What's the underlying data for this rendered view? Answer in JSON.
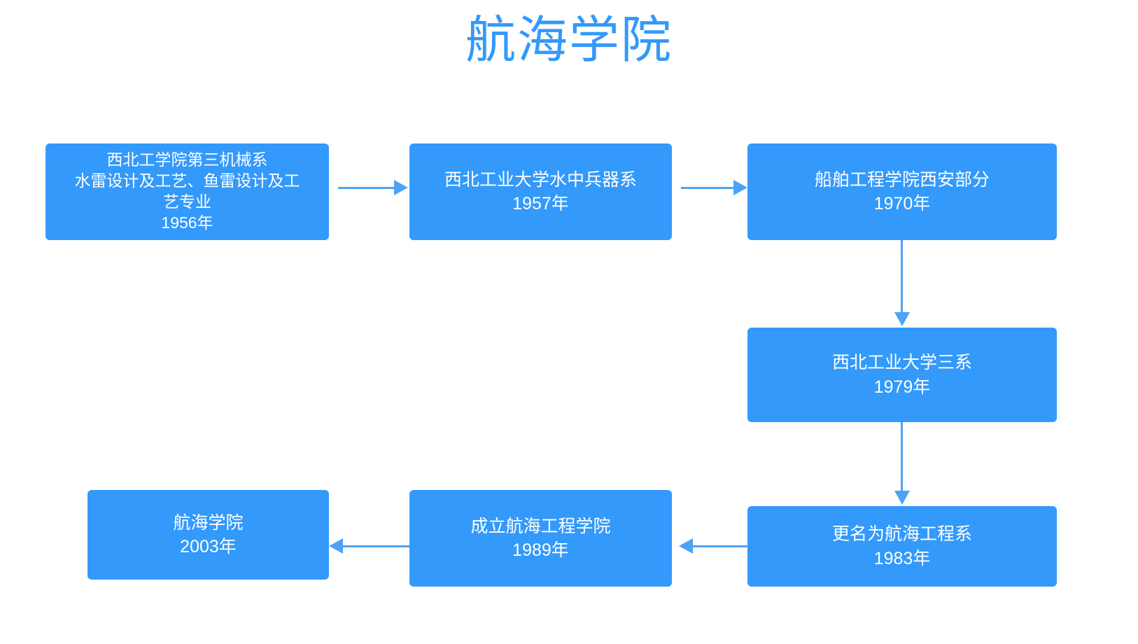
{
  "page": {
    "title": "航海学院",
    "background_color": "#ffffff"
  },
  "theme": {
    "node_fill": "#3399fb",
    "node_text": "#ffffff",
    "edge_color": "#4ba3f7",
    "title_color": "#3399fb"
  },
  "chart_data": {
    "type": "diagram",
    "title": "航海学院",
    "nodes": [
      {
        "id": "n1956",
        "label": "西北工学院第三机械系\n水雷设计及工艺、鱼雷设计及工\n艺专业\n1956年",
        "year": "1956年",
        "name": "西北工学院第三机械系 水雷设计及工艺、鱼雷设计及工艺专业"
      },
      {
        "id": "n1957",
        "label": "西北工业大学水中兵器系\n1957年",
        "year": "1957年",
        "name": "西北工业大学水中兵器系"
      },
      {
        "id": "n1970",
        "label": "船舶工程学院西安部分\n1970年",
        "year": "1970年",
        "name": "船舶工程学院西安部分"
      },
      {
        "id": "n1979",
        "label": "西北工业大学三系\n1979年",
        "year": "1979年",
        "name": "西北工业大学三系"
      },
      {
        "id": "n1983",
        "label": "更名为航海工程系\n1983年",
        "year": "1983年",
        "name": "更名为航海工程系"
      },
      {
        "id": "n1989",
        "label": "成立航海工程学院\n1989年",
        "year": "1989年",
        "name": "成立航海工程学院"
      },
      {
        "id": "n2003",
        "label": "航海学院\n2003年",
        "year": "2003年",
        "name": "航海学院"
      }
    ],
    "edges": [
      {
        "from": "n1956",
        "to": "n1957",
        "direction": "right"
      },
      {
        "from": "n1957",
        "to": "n1970",
        "direction": "right"
      },
      {
        "from": "n1970",
        "to": "n1979",
        "direction": "down"
      },
      {
        "from": "n1979",
        "to": "n1983",
        "direction": "down"
      },
      {
        "from": "n1983",
        "to": "n1989",
        "direction": "left"
      },
      {
        "from": "n1989",
        "to": "n2003",
        "direction": "left"
      }
    ]
  }
}
